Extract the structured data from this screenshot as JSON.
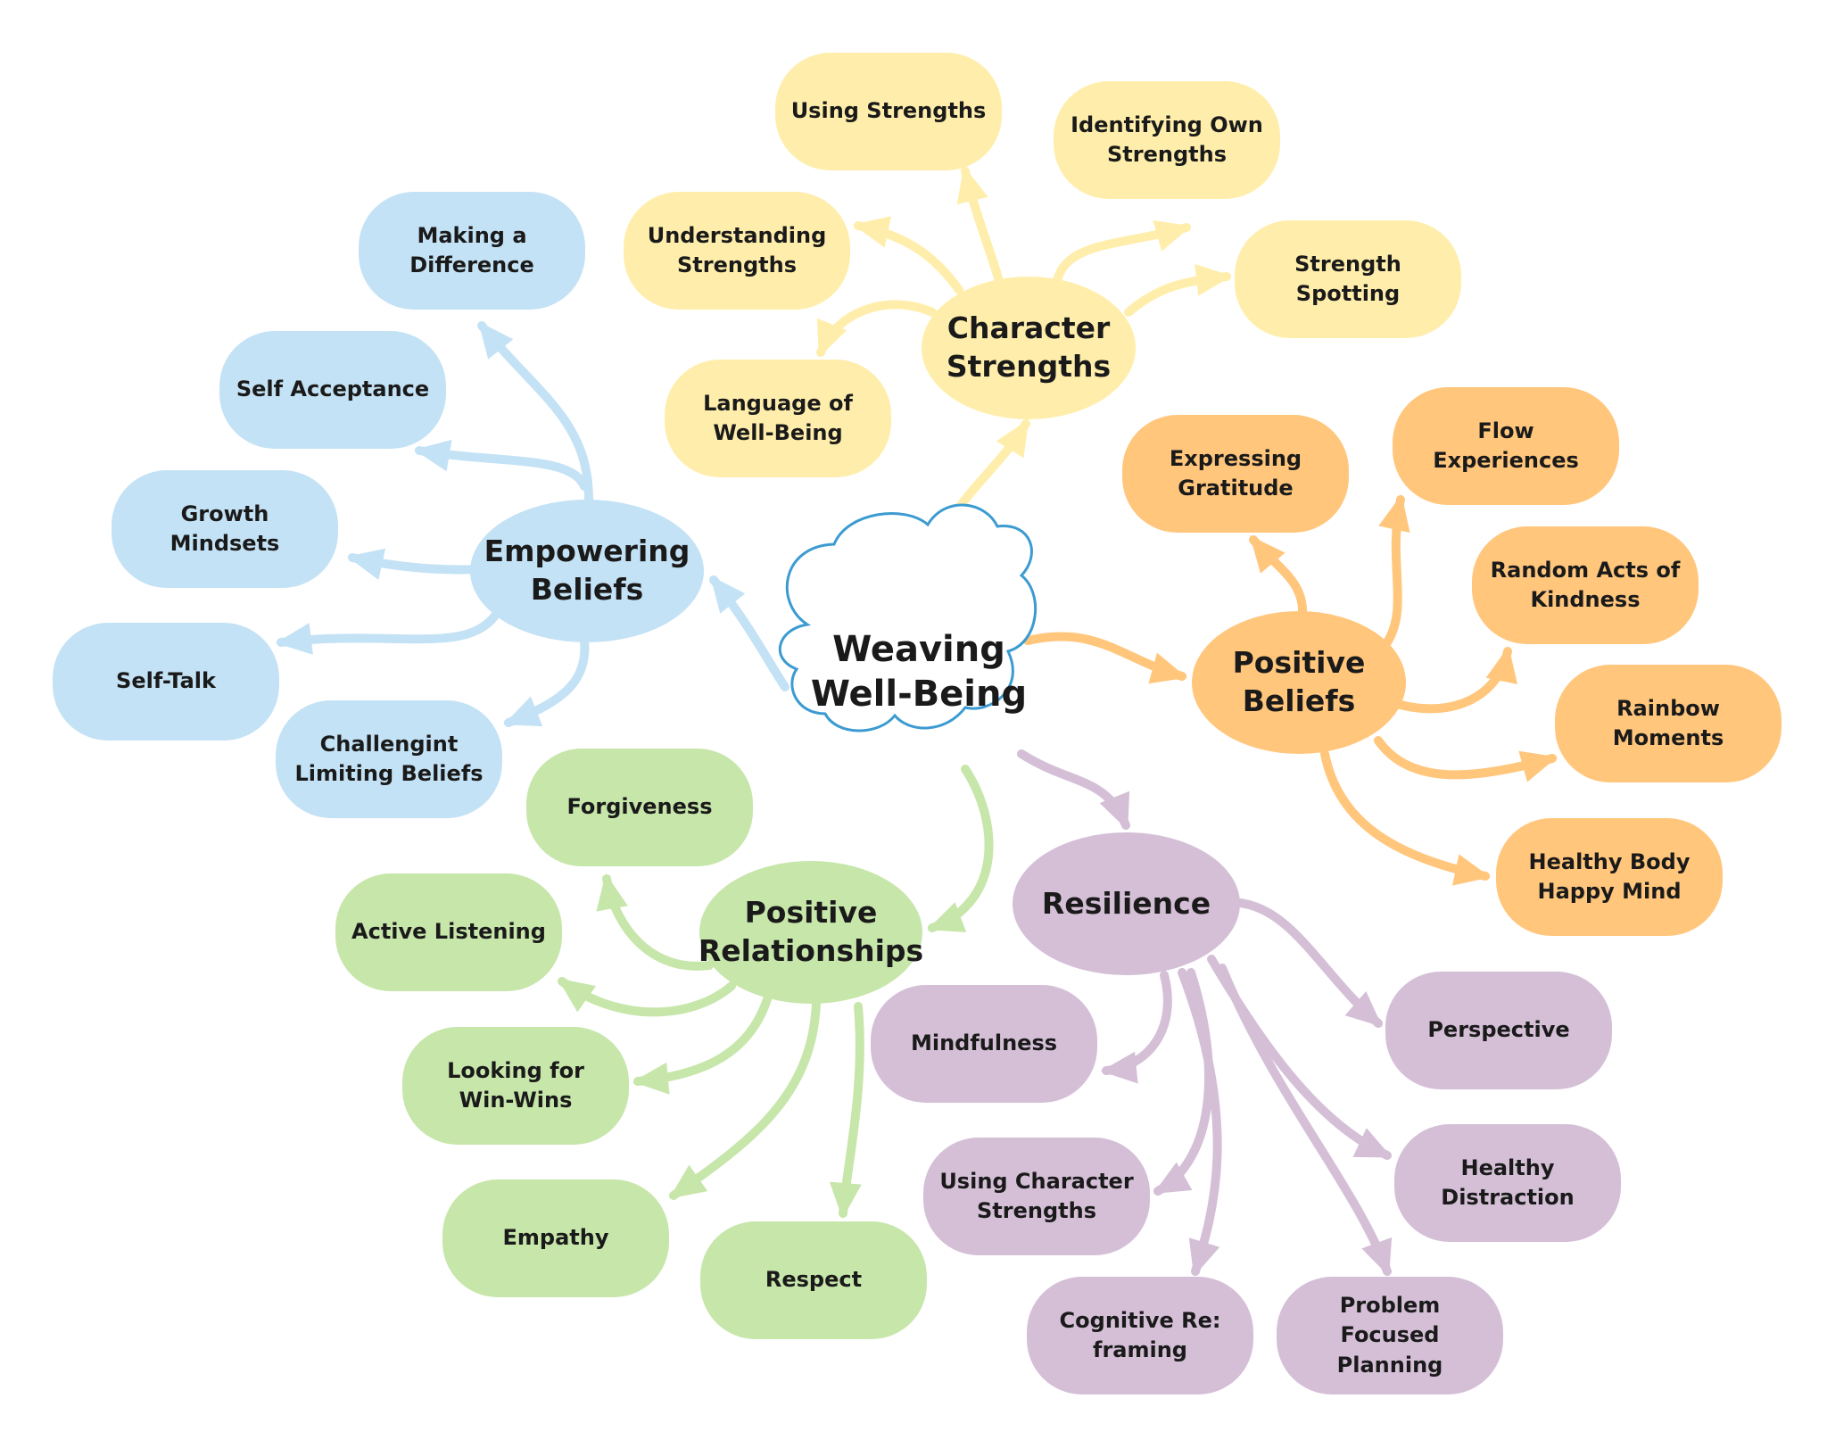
{
  "center": {
    "label": "Weaving\nWell-Being"
  },
  "colors": {
    "blue": "#c4e2f5",
    "yellow": "#ffeeab",
    "orange": "#ffc67c",
    "green": "#c7e6aa",
    "purple": "#d4bfd7",
    "cloud_border": "#3b9bd1"
  },
  "branches": {
    "empowering": {
      "label": "Empowering\nBeliefs",
      "children": [
        "Making a\nDifference",
        "Self Acceptance",
        "Growth Mindsets",
        "Self-Talk",
        "Challengint\nLimiting Beliefs"
      ]
    },
    "character": {
      "label": "Character\nStrengths",
      "children": [
        "Using Strengths",
        "Identifying Own\nStrengths",
        "Understanding\nStrengths",
        "Strength Spotting",
        "Language of\nWell-Being"
      ]
    },
    "positive_beliefs": {
      "label": "Positive\nBeliefs",
      "children": [
        "Expressing\nGratitude",
        "Flow Experiences",
        "Random Acts of\nKindness",
        "Rainbow Moments",
        "Healthy Body\nHappy Mind"
      ]
    },
    "relationships": {
      "label": "Positive\nRelationships",
      "children": [
        "Forgiveness",
        "Active Listening",
        "Looking for\nWin-Wins",
        "Empathy",
        "Respect"
      ]
    },
    "resilience": {
      "label": "Resilience",
      "children": [
        "Perspective",
        "Mindfulness",
        "Using Character\nStrengths",
        "Healthy\nDistraction",
        "Cognitive Re:\nframing",
        "Problem Focused\nPlanning"
      ]
    }
  }
}
